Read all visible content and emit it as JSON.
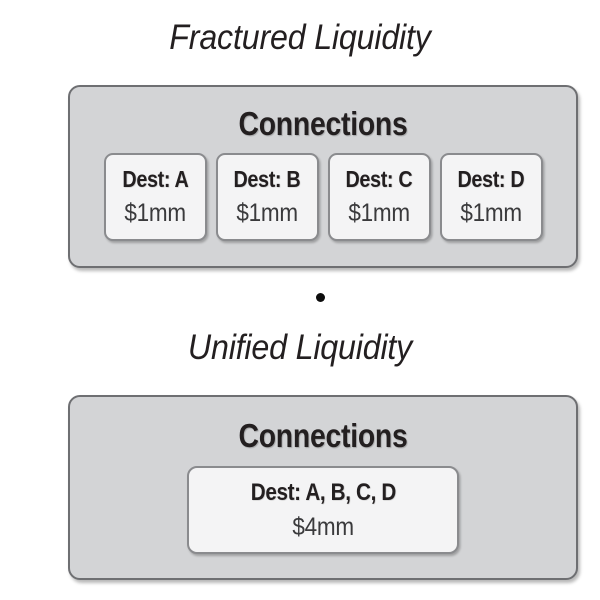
{
  "sections": [
    {
      "title": "Fractured Liquidity",
      "panel_heading": "Connections",
      "cards": [
        {
          "dest": "Dest: A",
          "amount": "$1mm"
        },
        {
          "dest": "Dest: B",
          "amount": "$1mm"
        },
        {
          "dest": "Dest: C",
          "amount": "$1mm"
        },
        {
          "dest": "Dest: D",
          "amount": "$1mm"
        }
      ]
    },
    {
      "title": "Unified Liquidity",
      "panel_heading": "Connections",
      "cards": [
        {
          "dest": "Dest: A, B, C, D",
          "amount": "$4mm"
        }
      ]
    }
  ],
  "separator": {
    "glyph": "bullet-dot"
  },
  "colors": {
    "background": "#ffffff",
    "panel_fill": "#d3d4d6",
    "panel_border": "#6e6f72",
    "card_fill": "#f4f4f5",
    "card_border": "#8a8b8e",
    "text": "#231f20",
    "amount_text": "#3a3a3c",
    "dot": "#0d0d0d"
  }
}
